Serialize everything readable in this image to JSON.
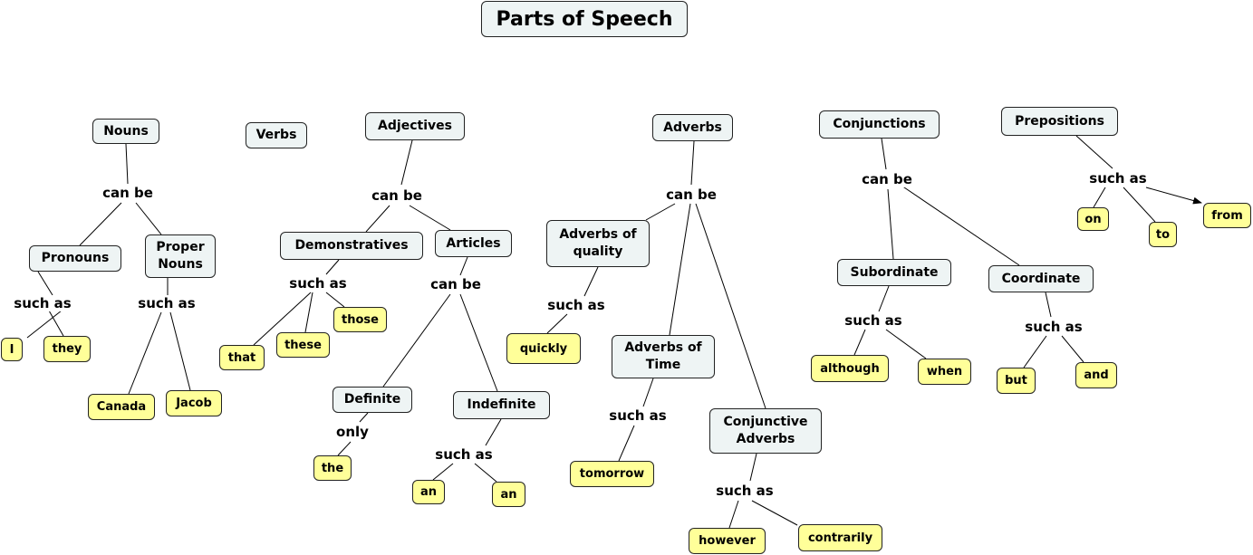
{
  "title": "Parts of Speech",
  "colors": {
    "concept_fill": "#eef4f4",
    "example_fill": "#ffff99",
    "line": "#000000"
  },
  "concepts": [
    {
      "id": "nouns",
      "text": "Nouns",
      "kind": "concept"
    },
    {
      "id": "verbs",
      "text": "Verbs",
      "kind": "concept"
    },
    {
      "id": "adjectives",
      "text": "Adjectives",
      "kind": "concept"
    },
    {
      "id": "adverbs",
      "text": "Adverbs",
      "kind": "concept"
    },
    {
      "id": "conjunctions",
      "text": "Conjunctions",
      "kind": "concept"
    },
    {
      "id": "prepositions",
      "text": "Prepositions",
      "kind": "concept"
    },
    {
      "id": "pronouns",
      "text": "Pronouns",
      "kind": "concept"
    },
    {
      "id": "proper-nouns",
      "text": "Proper\nNouns",
      "kind": "concept"
    },
    {
      "id": "demonstratives",
      "text": "Demonstratives",
      "kind": "concept"
    },
    {
      "id": "articles",
      "text": "Articles",
      "kind": "concept"
    },
    {
      "id": "adverbs-of-quality",
      "text": "Adverbs of\nquality",
      "kind": "concept"
    },
    {
      "id": "subordinate",
      "text": "Subordinate",
      "kind": "concept"
    },
    {
      "id": "coordinate",
      "text": "Coordinate",
      "kind": "concept"
    },
    {
      "id": "adverbs-of-time",
      "text": "Adverbs of\nTime",
      "kind": "concept"
    },
    {
      "id": "definite",
      "text": "Definite",
      "kind": "concept"
    },
    {
      "id": "indefinite",
      "text": "Indefinite",
      "kind": "concept"
    },
    {
      "id": "conjunctive-adverbs",
      "text": "Conjunctive\nAdverbs",
      "kind": "concept"
    },
    {
      "id": "on",
      "text": "on",
      "kind": "example"
    },
    {
      "id": "to",
      "text": "to",
      "kind": "example"
    },
    {
      "id": "from",
      "text": "from",
      "kind": "example"
    },
    {
      "id": "i",
      "text": "I",
      "kind": "example"
    },
    {
      "id": "they",
      "text": "they",
      "kind": "example"
    },
    {
      "id": "that",
      "text": "that",
      "kind": "example"
    },
    {
      "id": "these",
      "text": "these",
      "kind": "example"
    },
    {
      "id": "those",
      "text": "those",
      "kind": "example"
    },
    {
      "id": "quickly",
      "text": "quickly",
      "kind": "example"
    },
    {
      "id": "although",
      "text": "although",
      "kind": "example"
    },
    {
      "id": "when",
      "text": "when",
      "kind": "example"
    },
    {
      "id": "but",
      "text": "but",
      "kind": "example"
    },
    {
      "id": "and",
      "text": "and",
      "kind": "example"
    },
    {
      "id": "canada",
      "text": "Canada",
      "kind": "example"
    },
    {
      "id": "jacob",
      "text": "Jacob",
      "kind": "example"
    },
    {
      "id": "the",
      "text": "the",
      "kind": "example"
    },
    {
      "id": "an-1",
      "text": "an",
      "kind": "example"
    },
    {
      "id": "an-2",
      "text": "an",
      "kind": "example"
    },
    {
      "id": "tomorrow",
      "text": "tomorrow",
      "kind": "example"
    },
    {
      "id": "however",
      "text": "however",
      "kind": "example"
    },
    {
      "id": "contrarily",
      "text": "contrarily",
      "kind": "example"
    }
  ],
  "link_labels": [
    {
      "id": "nouns-can-be",
      "text": "can be"
    },
    {
      "id": "pronouns-such-as",
      "text": "such as"
    },
    {
      "id": "proper-such-as",
      "text": "such as"
    },
    {
      "id": "adjectives-can-be",
      "text": "can be"
    },
    {
      "id": "demonstratives-such-as",
      "text": "such as"
    },
    {
      "id": "articles-can-be",
      "text": "can be"
    },
    {
      "id": "definite-only",
      "text": "only"
    },
    {
      "id": "indefinite-such-as",
      "text": "such as"
    },
    {
      "id": "adverbs-can-be",
      "text": "can be"
    },
    {
      "id": "quality-such-as",
      "text": "such as"
    },
    {
      "id": "time-such-as",
      "text": "such as"
    },
    {
      "id": "conjunctive-such-as",
      "text": "such as"
    },
    {
      "id": "conjunctions-can-be",
      "text": "can be"
    },
    {
      "id": "subordinate-such-as",
      "text": "such as"
    },
    {
      "id": "coordinate-such-as",
      "text": "such as"
    },
    {
      "id": "prepositions-such-as",
      "text": "such as"
    }
  ]
}
